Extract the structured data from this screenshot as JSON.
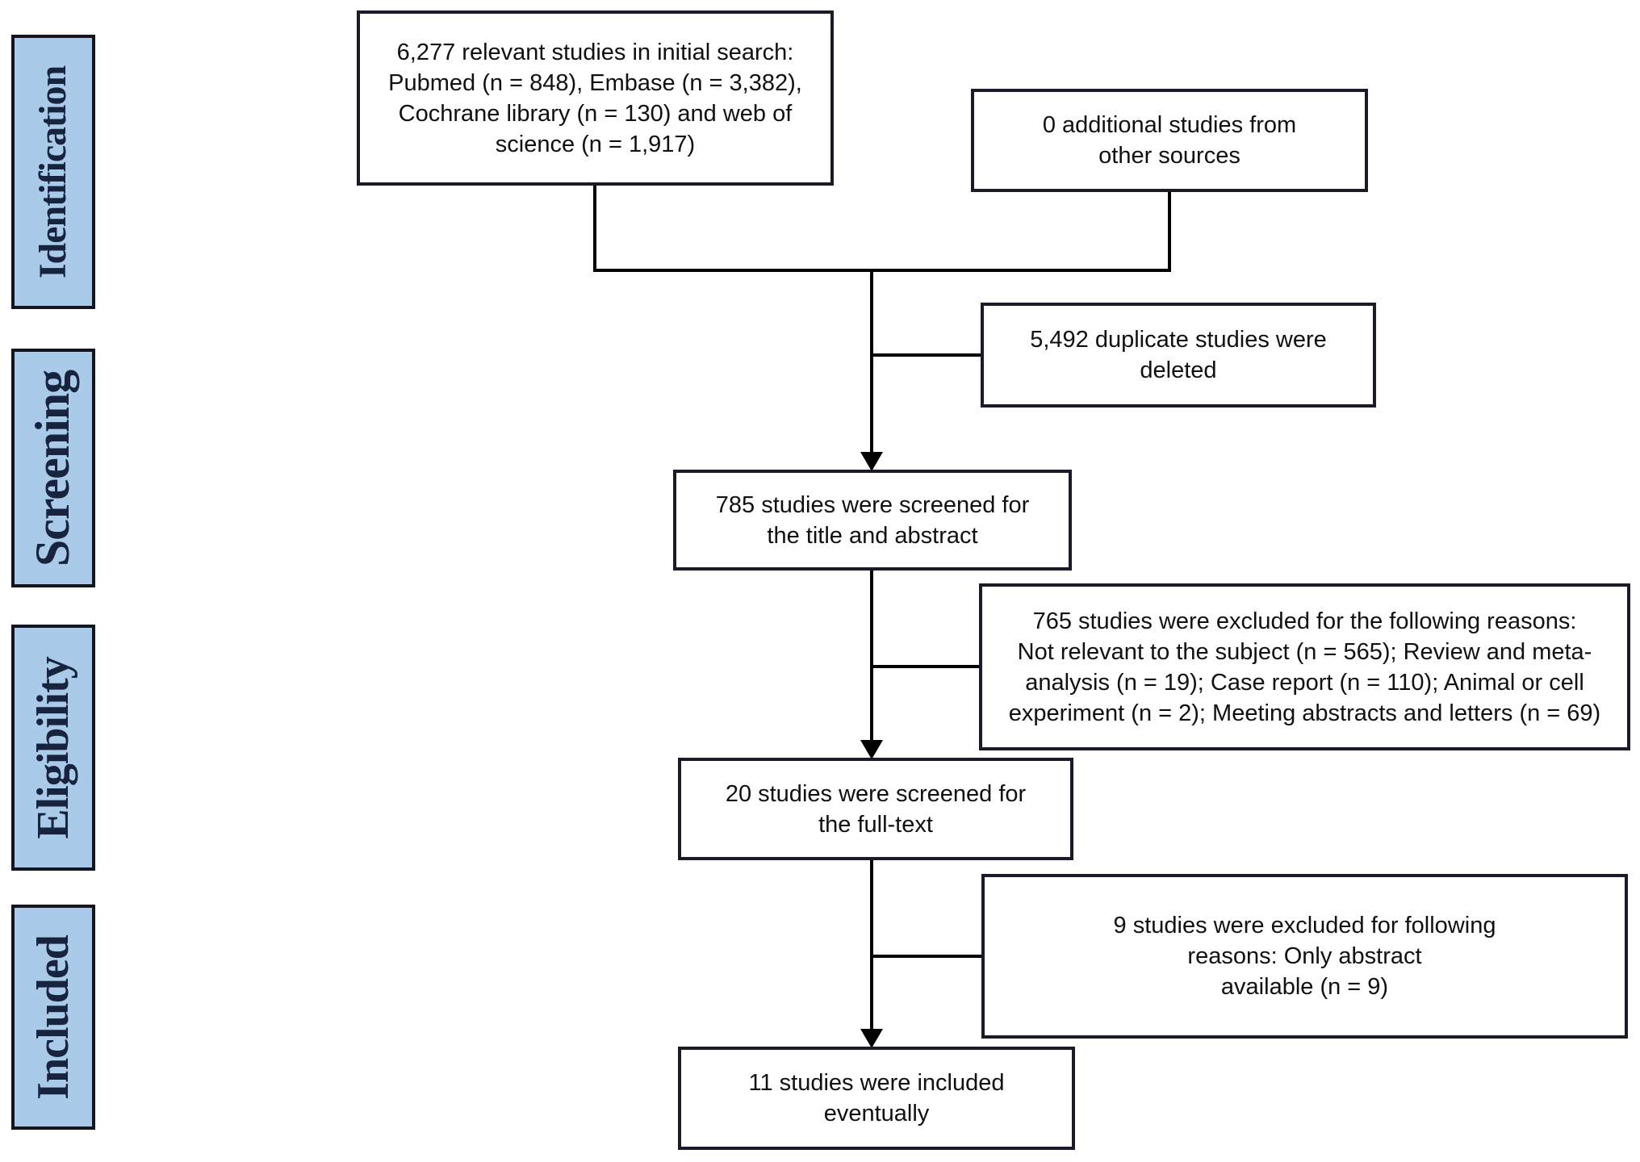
{
  "figure": {
    "type": "prisma-flow-diagram",
    "background_color": "#ffffff",
    "stage_fill_color": "#a9cbe9",
    "stage_border_color": "#15151f",
    "stage_text_color": "#18243e",
    "node_border_color": "#1a1a28",
    "line_color": "#000000"
  },
  "sidebar": {
    "stages": [
      {
        "label": "Identification"
      },
      {
        "label": "Screening"
      },
      {
        "label": "Eligibility"
      },
      {
        "label": "Included"
      }
    ]
  },
  "flow": {
    "boxes": {
      "initial_search": [
        "6,277 relevant studies in initial search:",
        "Pubmed (n = 848), Embase (n = 3,382),",
        "Cochrane library (n = 130) and web of",
        "science (n = 1,917)"
      ],
      "additional_sources": [
        "0 additional studies from",
        "other sources"
      ],
      "duplicates_deleted": [
        "5,492 duplicate studies were",
        "deleted"
      ],
      "title_abstract_screening": [
        "785 studies were screened for",
        "the title and abstract"
      ],
      "excluded_title_abstract": [
        "765 studies were excluded for the following reasons:",
        "Not relevant to the subject (n = 565); Review and meta-",
        "analysis (n = 19); Case report (n = 110); Animal or cell",
        "experiment (n = 2); Meeting abstracts and letters (n = 69)"
      ],
      "full_text_screening": [
        "20 studies were screened for",
        "the full-text"
      ],
      "excluded_full_text": [
        "9 studies were excluded for following",
        "reasons: Only abstract",
        "available (n = 9)"
      ],
      "included_final": [
        "11 studies were included",
        "eventually"
      ]
    }
  }
}
